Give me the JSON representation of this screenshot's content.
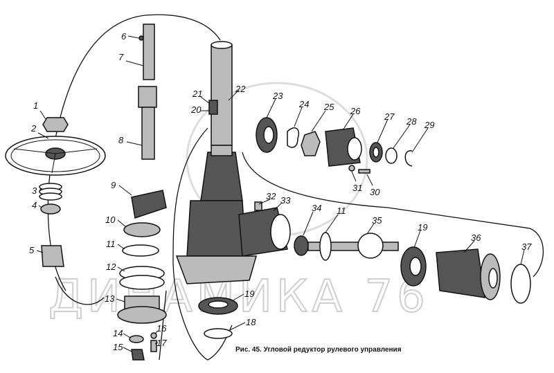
{
  "figure": {
    "caption": "Рис. 45. Угловой редуктор рулевого управления",
    "watermark": "ДИНАМИКА 76",
    "part_labels": [
      "1",
      "2",
      "3",
      "4",
      "5",
      "6",
      "7",
      "8",
      "9",
      "10",
      "11",
      "12",
      "13",
      "14",
      "15",
      "16",
      "17",
      "18",
      "19",
      "20",
      "21",
      "22",
      "23",
      "24",
      "25",
      "26",
      "27",
      "28",
      "29",
      "30",
      "31",
      "32",
      "33",
      "34",
      "11",
      "35",
      "19",
      "36",
      "37"
    ]
  }
}
